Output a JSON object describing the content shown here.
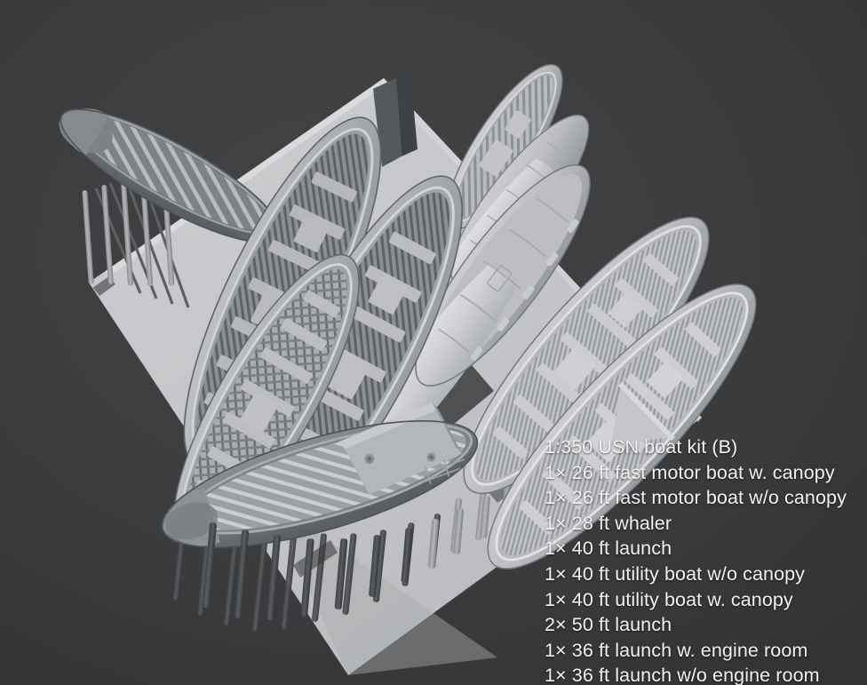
{
  "viewport": {
    "background_color": "#373839",
    "model_color_light": "#c9cacd",
    "model_color_mid": "#a8aaae",
    "model_color_dark": "#6e7175",
    "support_color": "#4a4c50",
    "render_style": "3d-cad-preview",
    "object_name": "usn-boat-kit-b-build-plate"
  },
  "caption": {
    "title": "1:350 USN boat kit (B)",
    "text_color": "#f2f2f2",
    "items": [
      "1× 26 ft fast motor boat w. canopy",
      "1× 26 ft fast motor boat w/o canopy",
      "1× 28 ft whaler",
      "1× 40 ft launch",
      "1× 40 ft utility boat w/o canopy",
      "1× 40 ft utility boat w. canopy",
      "2× 50 ft launch",
      "1× 36 ft launch w. engine room",
      "1× 36 ft launch w/o engine room"
    ]
  },
  "scene": {
    "build_plate_label": "build-plate",
    "boats": [
      {
        "name": "boat-upper-left-small",
        "style": "ribbed-open-hull"
      },
      {
        "name": "boat-large-center-left",
        "style": "planked-open-hull"
      },
      {
        "name": "boat-large-center",
        "style": "planked-open-hull"
      },
      {
        "name": "boat-lower-left",
        "style": "planked-open-hull"
      },
      {
        "name": "boat-lower-front",
        "style": "ribbed-open-hull"
      },
      {
        "name": "boat-top-right-small",
        "style": "planked-open-hull"
      },
      {
        "name": "boat-canopy-upper",
        "style": "smooth-canopy"
      },
      {
        "name": "boat-canopy-lower",
        "style": "smooth-canopy"
      },
      {
        "name": "boat-right-mid",
        "style": "planked-open-hull"
      },
      {
        "name": "boat-right-lower",
        "style": "planked-open-hull"
      }
    ]
  }
}
